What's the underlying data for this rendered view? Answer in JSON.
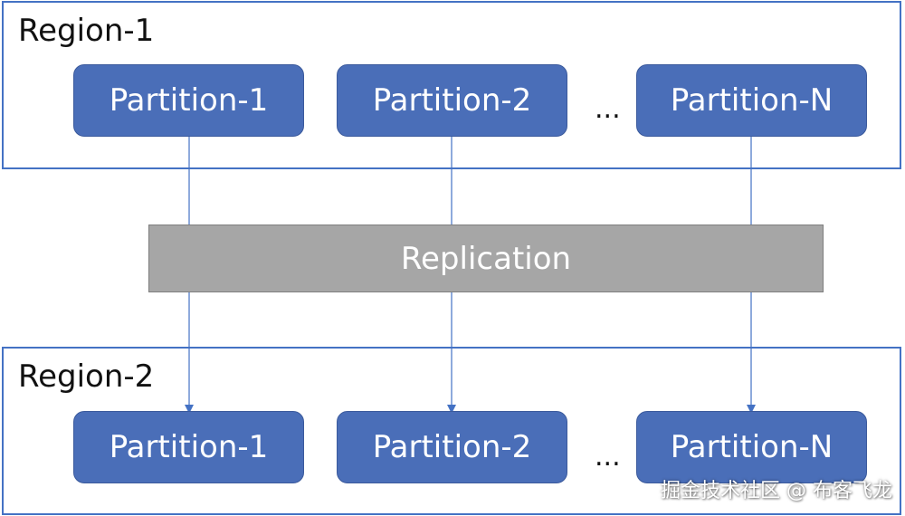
{
  "region_top": {
    "label": "Region-1",
    "partitions": [
      "Partition-1",
      "Partition-2",
      "Partition-N"
    ],
    "ellipsis": "..."
  },
  "replication": {
    "label": "Replication"
  },
  "region_bottom": {
    "label": "Region-2",
    "partitions": [
      "Partition-1",
      "Partition-2",
      "Partition-N"
    ],
    "ellipsis": "..."
  },
  "watermark": {
    "text": "掘金技术社区 @ 布客飞龙"
  },
  "colors": {
    "region_border": "#4472c4",
    "partition_fill": "#4a6eb8",
    "replication_fill": "#a6a6a6",
    "connector": "#4472c4"
  }
}
